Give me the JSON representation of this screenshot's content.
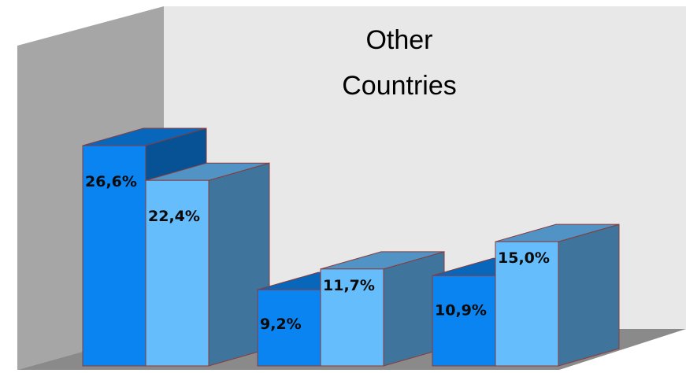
{
  "chart_data": {
    "type": "bar",
    "title": "Other Countries",
    "title_lines": [
      "Other",
      "Countries"
    ],
    "categories": [
      "",
      "",
      ""
    ],
    "series": [
      {
        "values": [
          26.6,
          9.2,
          10.9
        ],
        "labels": [
          "26,6%",
          "9,2%",
          "10,9%"
        ],
        "color": "#0a84f0"
      },
      {
        "values": [
          22.4,
          11.7,
          15.0
        ],
        "labels": [
          "22,4%",
          "11,7%",
          "15,0%"
        ],
        "color": "#66bdfb"
      }
    ],
    "ylim": [
      0,
      35
    ],
    "grid": false,
    "legend": "none",
    "colors": {
      "back_wall": "#e8e8e8",
      "side_wall": "#a6a6a6",
      "floor": "#8a8a8a",
      "bar_edge": "#8b3a3a"
    }
  }
}
